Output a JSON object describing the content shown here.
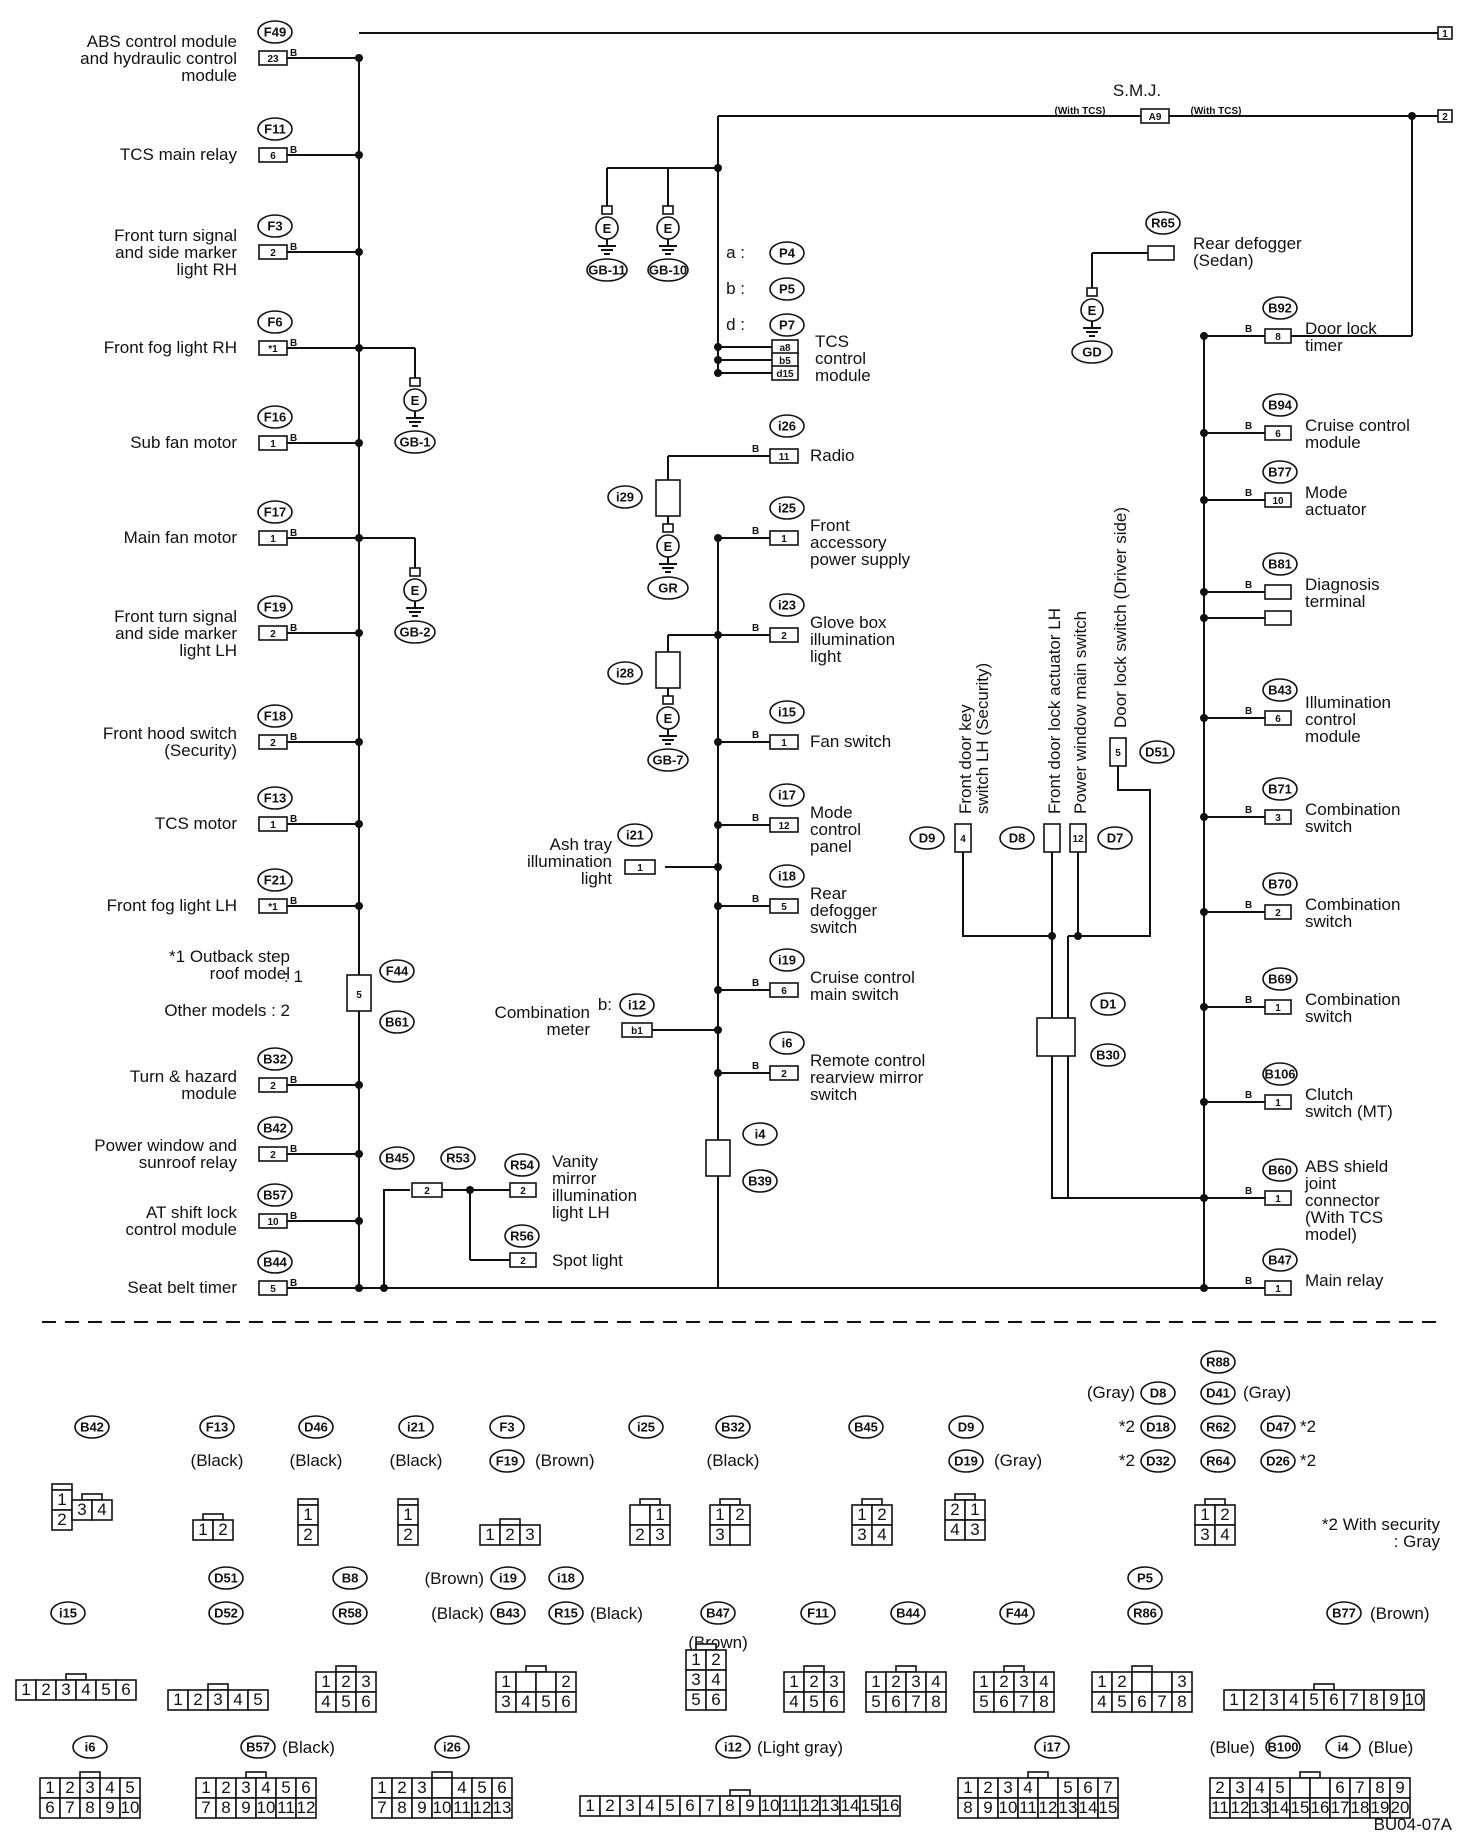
{
  "diagram_code": "BU04-07A",
  "wire_color": "B",
  "terminals": [
    "1",
    "2"
  ],
  "smj": {
    "title": "S.M.J.",
    "id": "A9",
    "left_note": "(With TCS)",
    "right_note": "(With TCS)"
  },
  "left_components": [
    {
      "id": "F49",
      "pin": "23",
      "label": "ABS control module\nand hydraulic control\nmodule"
    },
    {
      "id": "F11",
      "pin": "6",
      "label": "TCS main relay"
    },
    {
      "id": "F3",
      "pin": "2",
      "label": "Front turn signal\nand side marker\nlight RH"
    },
    {
      "id": "F6",
      "pin": "*1",
      "label": "Front fog light RH"
    },
    {
      "id": "F16",
      "pin": "1",
      "label": "Sub fan motor"
    },
    {
      "id": "F17",
      "pin": "1",
      "label": "Main fan motor"
    },
    {
      "id": "F19",
      "pin": "2",
      "label": "Front turn signal\nand side marker\nlight LH"
    },
    {
      "id": "F18",
      "pin": "2",
      "label": "Front hood switch\n(Security)"
    },
    {
      "id": "F13",
      "pin": "1",
      "label": "TCS motor"
    },
    {
      "id": "F21",
      "pin": "*1",
      "label": "Front fog light LH"
    },
    {
      "id": "B32",
      "pin": "2",
      "label": "Turn & hazard\nmodule"
    },
    {
      "id": "B42",
      "pin": "2",
      "label": "Power window and\nsunroof relay"
    },
    {
      "id": "B57",
      "pin": "10",
      "label": "AT shift lock\ncontrol module"
    },
    {
      "id": "B44",
      "pin": "5",
      "label": "Seat belt timer"
    }
  ],
  "outback_note": {
    "line1": "*1 Outback step\nroof model",
    "value1": ": 1",
    "line2": "Other models : 2",
    "joint_a": "F44",
    "joint_b": "B61",
    "joint_pin": "5"
  },
  "grounds": [
    "GB-1",
    "GB-2",
    "GB-11",
    "GB-10",
    "GD",
    "GR",
    "GB-7"
  ],
  "tcs_module": {
    "label": "TCS\ncontrol\nmodule",
    "refs": [
      {
        "key": "a :",
        "id": "P4"
      },
      {
        "key": "b :",
        "id": "P5"
      },
      {
        "key": "d :",
        "id": "P7"
      }
    ],
    "pins": [
      "a8",
      "b5",
      "d15"
    ]
  },
  "rear_defogger": {
    "id": "R65",
    "label": "Rear defogger\n(Sedan)"
  },
  "center_components": [
    {
      "id": "i26",
      "pin": "11",
      "label": "Radio"
    },
    {
      "id": "i25",
      "pin": "1",
      "label": "Front\naccessory\npower supply"
    },
    {
      "id": "i23",
      "pin": "2",
      "label": "Glove box\nillumination\nlight"
    },
    {
      "id": "i15",
      "pin": "1",
      "label": "Fan switch"
    },
    {
      "id": "i17",
      "pin": "12",
      "label": "Mode\ncontrol\npanel"
    },
    {
      "id": "i18",
      "pin": "5",
      "label": "Rear\ndefogger\nswitch"
    },
    {
      "id": "i19",
      "pin": "6",
      "label": "Cruise control\nmain switch"
    },
    {
      "id": "i6",
      "pin": "2",
      "label": "Remote control\nrearview mirror\nswitch"
    }
  ],
  "center_joints": [
    {
      "id": "i29"
    },
    {
      "id": "i28"
    },
    {
      "id": "i4",
      "pair": "B39"
    }
  ],
  "ash_tray": {
    "id": "i21",
    "pin": "1",
    "label": "Ash tray\nillumination\nlight"
  },
  "combination_meter": {
    "id": "i12",
    "prefix": "b:",
    "pin": "b1",
    "label": "Combination\nmeter"
  },
  "vanity": {
    "ids": [
      "B45",
      "R53",
      "R54",
      "R56"
    ],
    "vanity_label": "Vanity\nmirror\nillumination\nlight LH",
    "spot_label": "Spot light"
  },
  "door_components": [
    {
      "id": "D9",
      "pin": "4",
      "label": "Front door key\nswitch LH (Security)"
    },
    {
      "id": "D8",
      "pin": "",
      "label": "Front door lock actuator LH"
    },
    {
      "id": "D7",
      "pin": "12",
      "label": "Power window main switch"
    },
    {
      "id": "D51",
      "pin": "5",
      "label": "Door lock switch (Driver side)"
    }
  ],
  "door_joint": {
    "a": "D1",
    "b": "B30"
  },
  "right_components": [
    {
      "id": "B92",
      "pin": "8",
      "label": "Door lock\ntimer"
    },
    {
      "id": "B94",
      "pin": "6",
      "label": "Cruise control\nmodule"
    },
    {
      "id": "B77",
      "pin": "10",
      "label": "Mode\nactuator"
    },
    {
      "id": "B81",
      "pin": "",
      "label": "Diagnosis\nterminal"
    },
    {
      "id": "B43",
      "pin": "6",
      "label": "Illumination\ncontrol\nmodule"
    },
    {
      "id": "B71",
      "pin": "3",
      "label": "Combination\nswitch"
    },
    {
      "id": "B70",
      "pin": "2",
      "label": "Combination\nswitch"
    },
    {
      "id": "B69",
      "pin": "1",
      "label": "Combination\nswitch"
    },
    {
      "id": "B106",
      "pin": "1",
      "label": "Clutch\nswitch (MT)"
    },
    {
      "id": "B60",
      "pin": "1",
      "label": "ABS shield\njoint\nconnector\n(With TCS\nmodel)"
    },
    {
      "id": "B47",
      "pin": "1",
      "label": "Main relay"
    }
  ],
  "connector_legend": {
    "row1_labels": [
      {
        "text": "(Gray)",
        "ids": [
          "D8",
          "D41"
        ],
        "suffix": "(Gray)",
        "top": "R88"
      },
      {
        "text": "*2",
        "ids": [
          "D18",
          "R62",
          "D47"
        ],
        "suffix": "*2"
      },
      {
        "text": "*2",
        "ids": [
          "D32",
          "R64",
          "D26"
        ],
        "suffix": "*2"
      }
    ],
    "groups_row1": [
      {
        "ids": [
          "B42"
        ],
        "color": ""
      },
      {
        "ids": [
          "F13"
        ],
        "color": "(Black)"
      },
      {
        "ids": [
          "D46"
        ],
        "color": "(Black)"
      },
      {
        "ids": [
          "i21"
        ],
        "color": "(Black)"
      },
      {
        "ids": [
          "F3",
          "F19"
        ],
        "color": "(Brown)"
      },
      {
        "ids": [
          "i25"
        ],
        "color": ""
      },
      {
        "ids": [
          "B32"
        ],
        "color": "(Black)"
      },
      {
        "ids": [
          "B45"
        ],
        "color": ""
      },
      {
        "ids": [
          "D9",
          "D19"
        ],
        "color": "(Gray)"
      }
    ],
    "note": "*2 With security\n: Gray",
    "groups_row2": [
      {
        "ids": [
          "i15"
        ],
        "color": ""
      },
      {
        "ids": [
          "D51",
          "D52"
        ],
        "color": ""
      },
      {
        "ids": [
          "B8",
          "R58"
        ],
        "color": ""
      },
      {
        "ids": [
          "i19",
          "B43"
        ],
        "color": "(Brown)",
        "color2": "(Black)"
      },
      {
        "ids": [
          "i18",
          "R15"
        ],
        "color": "(Black)"
      },
      {
        "ids": [
          "B47"
        ],
        "color": "(Brown)"
      },
      {
        "ids": [
          "F11"
        ],
        "color": ""
      },
      {
        "ids": [
          "B44"
        ],
        "color": ""
      },
      {
        "ids": [
          "F44"
        ],
        "color": ""
      },
      {
        "ids": [
          "P5",
          "R86"
        ],
        "color": ""
      },
      {
        "ids": [
          "B77"
        ],
        "color": "(Brown)"
      }
    ],
    "groups_row3": [
      {
        "ids": [
          "i6"
        ],
        "color": ""
      },
      {
        "ids": [
          "B57"
        ],
        "color": "(Black)"
      },
      {
        "ids": [
          "i26"
        ],
        "color": ""
      },
      {
        "ids": [
          "i12"
        ],
        "color": "(Light gray)"
      },
      {
        "ids": [
          "i17"
        ],
        "color": ""
      },
      {
        "ids": [
          "B100",
          "i4"
        ],
        "color": "(Blue)",
        "color2": "(Blue)"
      }
    ]
  }
}
